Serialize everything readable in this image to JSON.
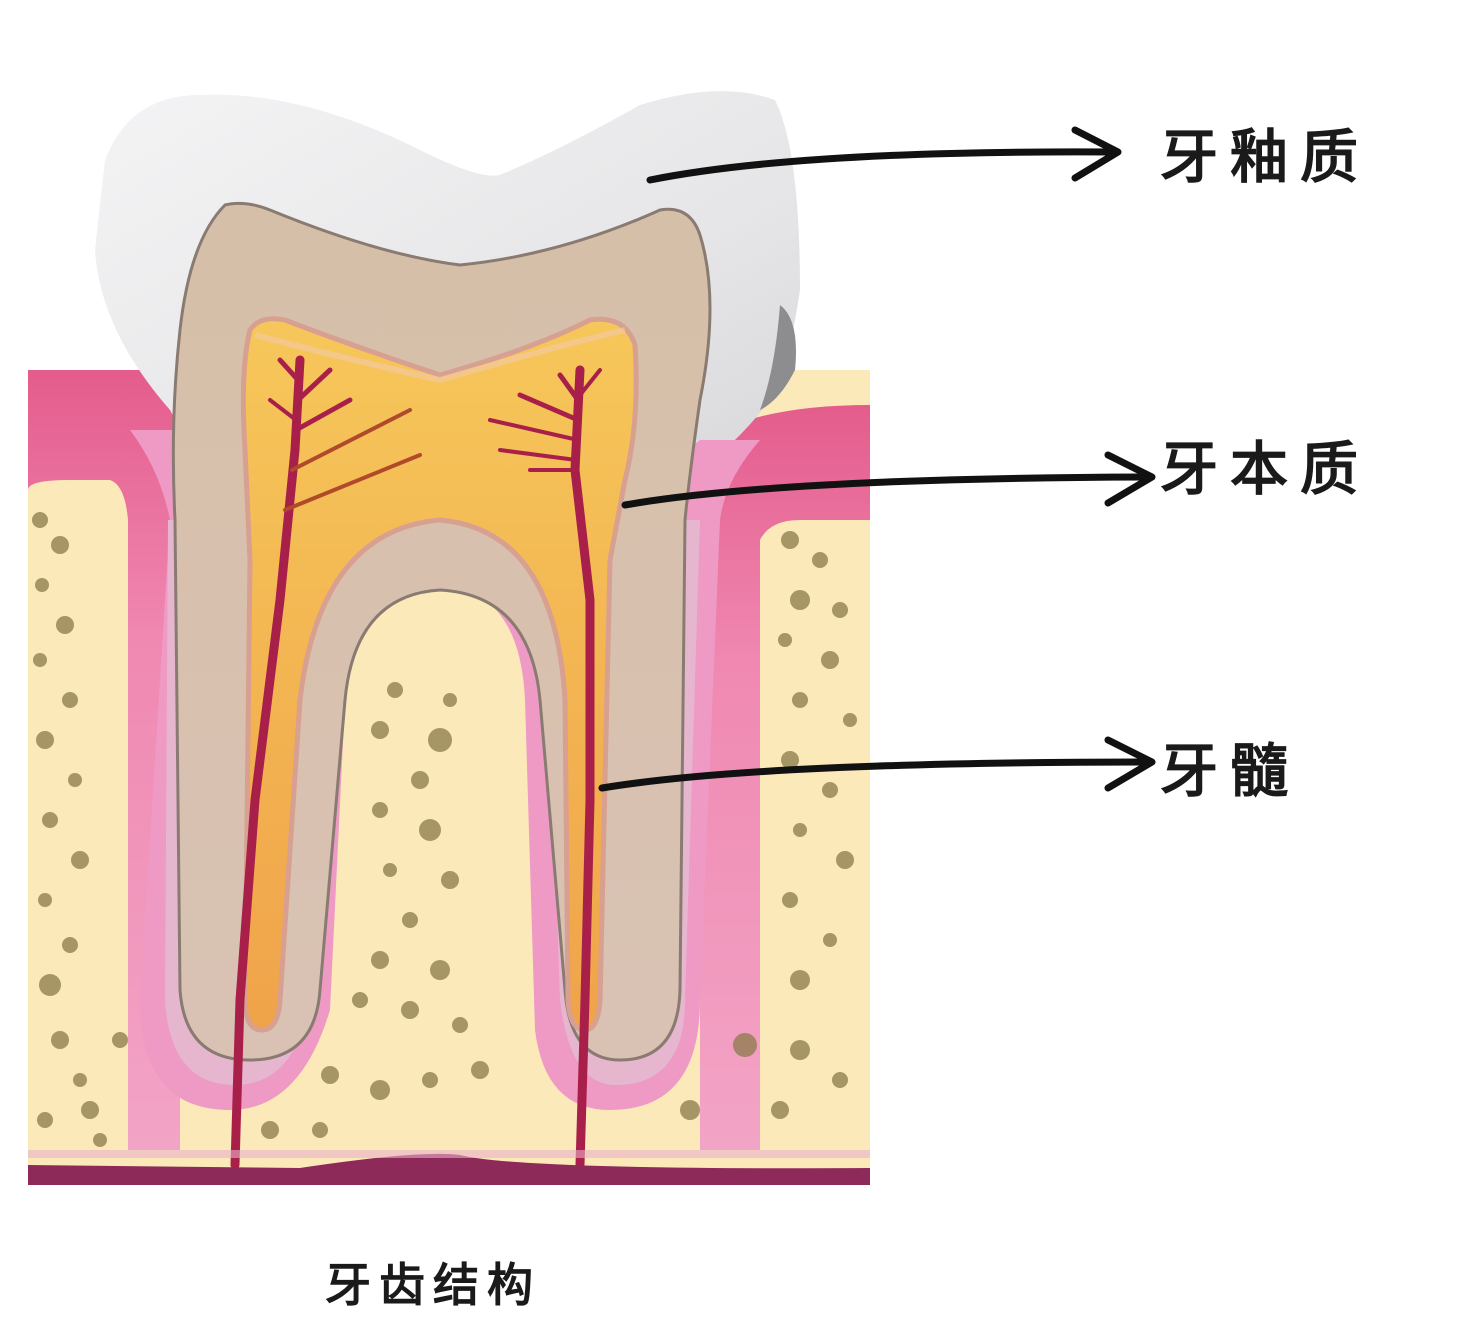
{
  "diagram": {
    "caption": "牙齿结构",
    "labels": [
      {
        "id": "enamel",
        "text": "牙釉质"
      },
      {
        "id": "dentin",
        "text": "牙本质"
      },
      {
        "id": "pulp",
        "text": "牙髓"
      }
    ],
    "colors": {
      "enamel": "#ebebec",
      "enamel_shadow": "#8d8d8f",
      "dentin": "#dcc3ac",
      "dentin_outline": "#8a7b72",
      "pulp": "#f2b540",
      "pulp_edge": "#f39a3c",
      "blood_vessel": "#a8204a",
      "gum": "#e8769e",
      "gum_light": "#f2a7c6",
      "bone": "#fbe9b9",
      "bone_spot": "#8a7a4a",
      "root_membrane": "#ee9ac4",
      "base_vessel": "#8e2a5a",
      "arrow": "#111111",
      "text": "#1a1a1a"
    }
  }
}
